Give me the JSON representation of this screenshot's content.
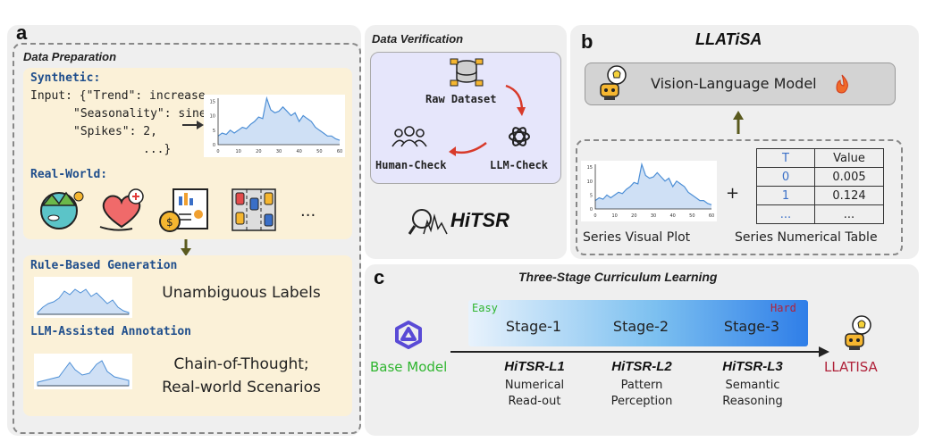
{
  "panel_a": {
    "label": "a",
    "prep_title": "Data Preparation",
    "synthetic_title": "Synthetic:",
    "input_lines": [
      "Input: {\"Trend\": increase,",
      "\"Seasonality\": sine,",
      "\"Spikes\": 2,",
      "...}"
    ],
    "realworld_title": "Real-World:",
    "ellipsis": "...",
    "rule_title": "Rule-Based Generation",
    "rule_desc": "Unambiguous Labels",
    "llm_title": "LLM-Assisted Annotation",
    "llm_desc_1": "Chain-of-Thought;",
    "llm_desc_2": "Real-world Scenarios",
    "plot_yticks": [
      "0",
      "5",
      "10",
      "15"
    ],
    "plot_xticks": [
      "0",
      "10",
      "20",
      "30",
      "40",
      "50",
      "60"
    ]
  },
  "verification": {
    "title": "Data Verification",
    "raw": "Raw Dataset",
    "human": "Human-Check",
    "llm": "LLM-Check",
    "brand": "HiTSR"
  },
  "panel_b": {
    "label": "b",
    "title": "LLATiSA",
    "vlm": "Vision-Language Model",
    "plus": "+",
    "visual_caption": "Series Visual Plot",
    "table_caption": "Series Numerical Table",
    "table_header": [
      "T",
      "Value"
    ],
    "table_rows": [
      [
        "0",
        "0.005"
      ],
      [
        "1",
        "0.124"
      ],
      [
        "...",
        "..."
      ]
    ],
    "plot_yticks": [
      "0",
      "5",
      "10",
      "15"
    ],
    "plot_xticks": [
      "0",
      "10",
      "20",
      "30",
      "40",
      "50",
      "60"
    ]
  },
  "panel_c": {
    "label": "c",
    "title": "Three-Stage Curriculum Learning",
    "easy": "Easy",
    "hard": "Hard",
    "stages": [
      "Stage-1",
      "Stage-2",
      "Stage-3"
    ],
    "base_model": "Base Model",
    "output_model": "LLATISA",
    "levels": [
      {
        "name": "HiTSR-L1",
        "desc1": "Numerical",
        "desc2": "Read-out"
      },
      {
        "name": "HiTSR-L2",
        "desc1": "Pattern",
        "desc2": "Perception"
      },
      {
        "name": "HiTSR-L3",
        "desc1": "Semantic",
        "desc2": "Reasoning"
      }
    ]
  },
  "colors": {
    "cream": "#fbf1d8",
    "panel": "#efefef",
    "blue_title": "#1f4e8c",
    "verify_box": "#e6e6fb",
    "green_base": "#2fb52f",
    "red_out": "#b0223a",
    "plot_fill": "#cfe0f5",
    "plot_line": "#4d8fd6",
    "arrow_olive": "#5a5a1e"
  },
  "chart_data": {
    "type": "line",
    "title": "",
    "xlabel": "",
    "ylabel": "",
    "xlim": [
      0,
      60
    ],
    "ylim": [
      0,
      16
    ],
    "x": [
      0,
      2,
      4,
      6,
      8,
      10,
      12,
      14,
      16,
      18,
      20,
      22,
      24,
      26,
      28,
      30,
      32,
      34,
      36,
      38,
      40,
      42,
      44,
      46,
      48,
      50,
      52,
      54,
      56,
      58,
      60
    ],
    "values": [
      3,
      4,
      3.5,
      5,
      4,
      5,
      6,
      5.5,
      7,
      8,
      9.5,
      9,
      16,
      12,
      11,
      11.5,
      13,
      11.5,
      10,
      11,
      8,
      10,
      9,
      8,
      6,
      5,
      4,
      3,
      3,
      2,
      1.5
    ]
  }
}
